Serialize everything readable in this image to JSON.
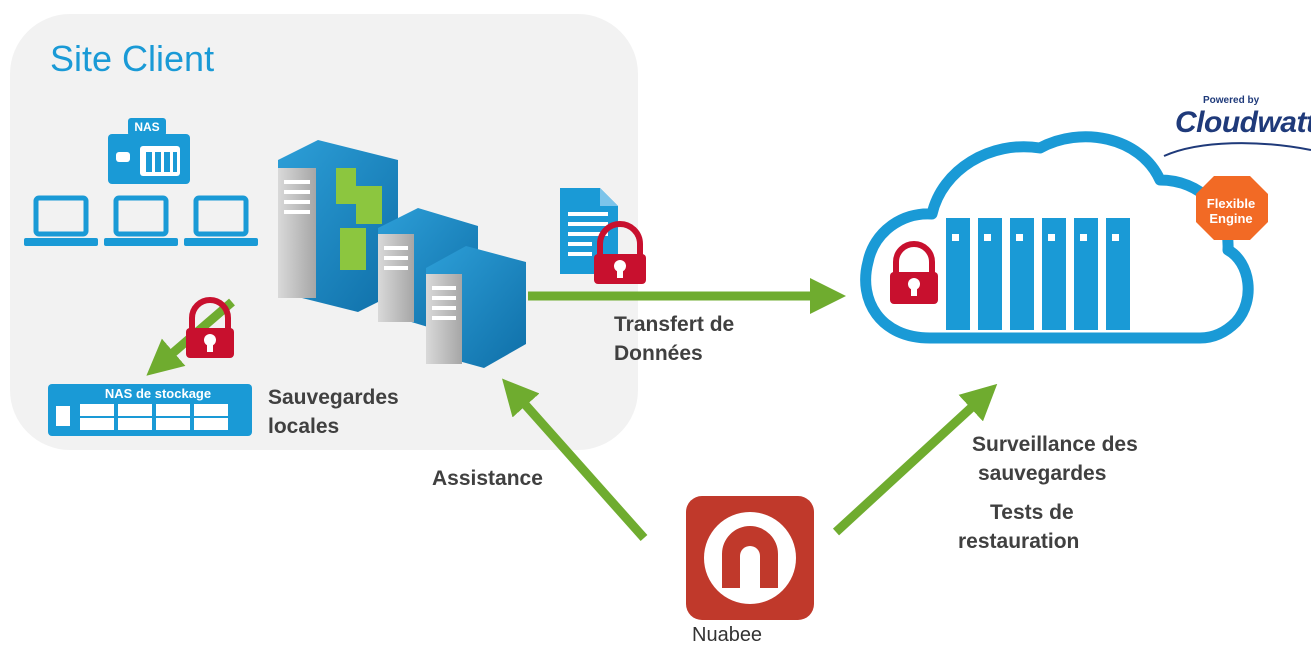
{
  "site": {
    "title": "Site Client"
  },
  "devices": {
    "nas_label": "NAS",
    "nas_storage_label": "NAS de stockage"
  },
  "labels": {
    "local_backups_line1": "Sauvegardes",
    "local_backups_line2": "locales",
    "transfer_line1": "Transfert de",
    "transfer_line2": "Données",
    "assistance": "Assistance",
    "monitoring_line1": "Surveillance des",
    "monitoring_line2": "sauvegardes",
    "tests_line1": "Tests de",
    "tests_line2": "restauration"
  },
  "nuabee": {
    "label": "Nuabee"
  },
  "cloudwatt": {
    "powered_by": "Powered by",
    "name": "Cloudwatt"
  },
  "flexible_engine": {
    "line1": "Flexible",
    "line2": "Engine"
  },
  "colors": {
    "blue": "#1a9ad6",
    "green": "#6fac2f",
    "lock_red": "#c8102e",
    "nuabee_red": "#c0392b",
    "flexible_orange": "#f26a25",
    "cloudwatt_navy": "#1f3a7a"
  }
}
